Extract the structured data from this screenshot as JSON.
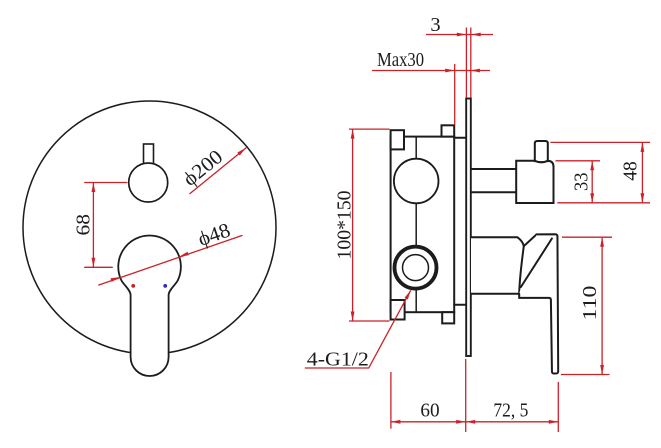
{
  "drawing": {
    "front_view": {
      "plate_diameter_label": "ϕ200",
      "handle_diameter_label": "ϕ48",
      "handle_offset_label": "68"
    },
    "side_view": {
      "plate_thickness_label": "3",
      "max_wall_thickness_label": "Max30",
      "rough_in_box_label": "100*150",
      "outlet_offset_label": "33",
      "outlet_height_label": "48",
      "handle_length_label": "110",
      "body_depth_label": "60",
      "handle_projection_label": "72, 5",
      "inlet_thread_label": "4-G1/2"
    },
    "colors": {
      "line": "#1c1c1c",
      "dimension": "#cc2128",
      "hot_indicator": "#c42025",
      "cold_indicator": "#2a28c2",
      "background": "#ffffff"
    }
  }
}
